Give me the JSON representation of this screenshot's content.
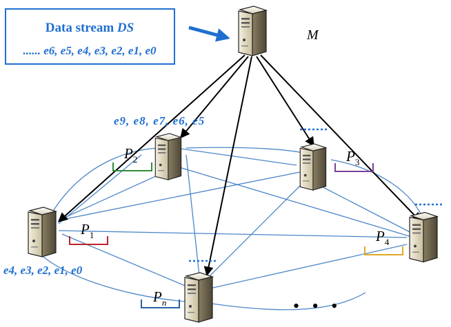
{
  "data_stream_box": {
    "title_prefix": "Data stream ",
    "title_italic": "DS",
    "sequence": "...... e6, e5, e4, e3, e2, e1, e0"
  },
  "master": {
    "label": "M"
  },
  "partitions": {
    "p1": {
      "base": "P",
      "sub": "1",
      "bracket_color": "#c0202a"
    },
    "p2": {
      "base": "P",
      "sub": "2",
      "bracket_color": "#2e8b3a"
    },
    "p3": {
      "base": "P",
      "sub": "3",
      "bracket_color": "#7a3f9a"
    },
    "p4": {
      "base": "P",
      "sub": "4",
      "bracket_color": "#e0a820"
    },
    "pn": {
      "base": "P",
      "sub": "n",
      "bracket_color": "#2a5fa8"
    }
  },
  "element_lists": {
    "p2_elements": "e9, e8, e7, e6, e5",
    "p1_elements": "e4, e3, e2, e1, e0"
  },
  "ellipses": {
    "more_nodes": "• • •"
  },
  "colors": {
    "accent_blue": "#1f6fd1",
    "connection_blue": "#4a86c8",
    "arrow_black": "#000000"
  }
}
